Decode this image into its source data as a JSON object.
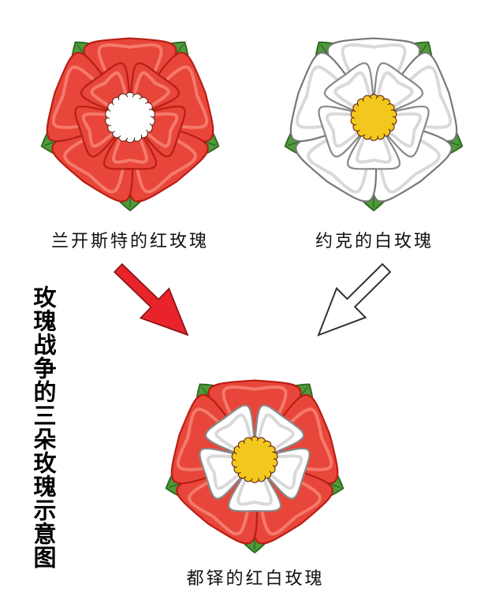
{
  "title_vertical": "玫瑰战争的三朵玫瑰示意图",
  "roses": [
    {
      "caption": "兰开斯特的红玫瑰",
      "kind": "red"
    },
    {
      "caption": "约克的白玫瑰",
      "kind": "white"
    },
    {
      "caption": "都铎的红白玫瑰",
      "kind": "tudor"
    }
  ],
  "colors": {
    "red": "#e8463a",
    "red_light": "#f47a6c",
    "red_dark": "#b81e14",
    "white": "#ffffff",
    "white_shade": "#d9d9d9",
    "leaf": "#4e9a3a",
    "leaf_dark": "#2f6b22",
    "center_yellow": "#f2c81e",
    "outline": "#5a1a12",
    "arrow_red": "#e8232a"
  }
}
